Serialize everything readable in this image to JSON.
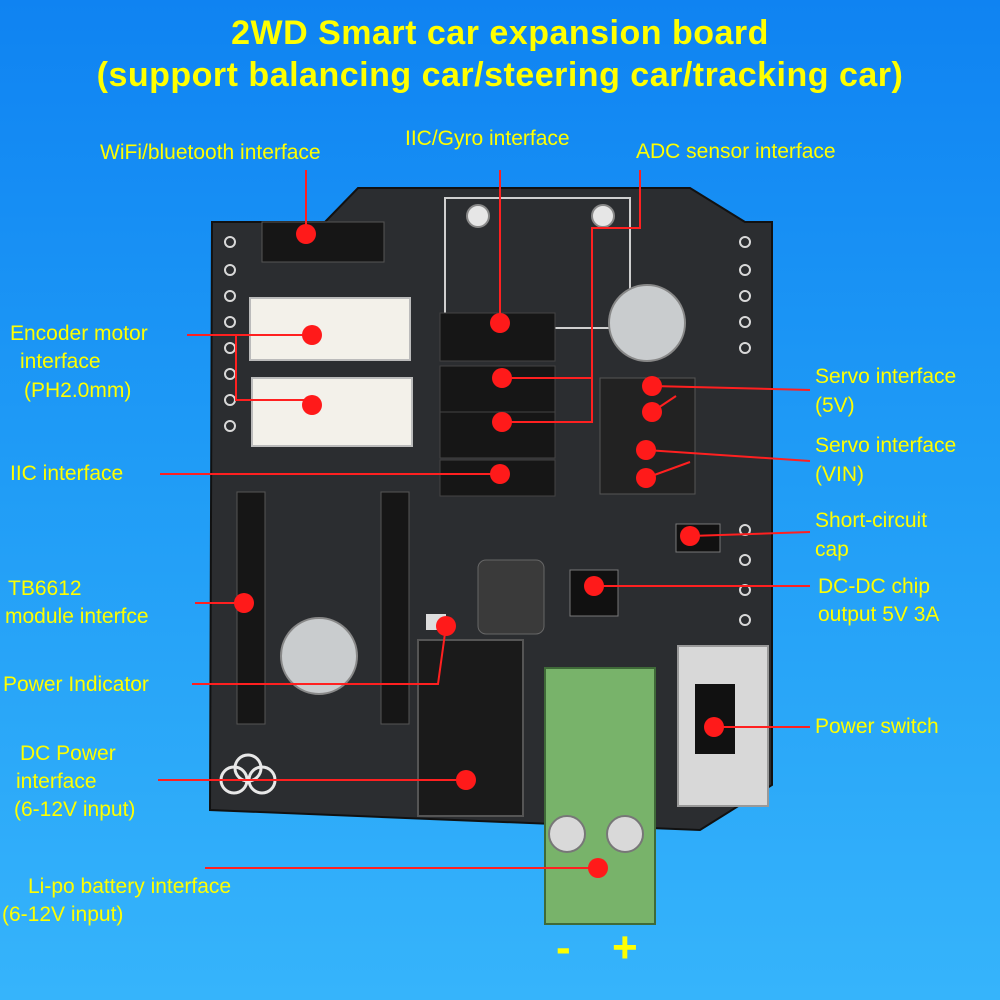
{
  "title_line1": "2WD Smart car expansion board",
  "title_line2": "(support balancing car/steering car/tracking car)",
  "labels": {
    "wifi": "WiFi/bluetooth interface",
    "iic_gyro": "IIC/Gyro interface",
    "adc": "ADC sensor interface",
    "encoder_1": "Encoder motor",
    "encoder_2": "interface",
    "encoder_3": "(PH2.0mm)",
    "servo5v_1": "Servo interface",
    "servo5v_2": "(5V)",
    "servovin_1": "Servo interface",
    "servovin_2": "(VIN)",
    "iic": "IIC interface",
    "short_1": "Short-circuit",
    "short_2": "cap",
    "tb6612_1": "TB6612",
    "tb6612_2": "module interfce",
    "dcdc_1": "DC-DC chip",
    "dcdc_2": "output 5V 3A",
    "power_ind": "Power Indicator",
    "power_switch": "Power switch",
    "dcpower_1": "DC Power",
    "dcpower_2": "interface",
    "dcpower_3": "(6-12V input)",
    "lipo_1": "Li-po battery interface",
    "lipo_2": "(6-12V input)"
  },
  "polarity": {
    "minus": "-",
    "plus": "+"
  },
  "colors": {
    "background": "#1f9bf6",
    "label": "#ffff00",
    "marker": "#ff1a1a",
    "board": "#2b2d30",
    "terminal": "#78b36a"
  }
}
